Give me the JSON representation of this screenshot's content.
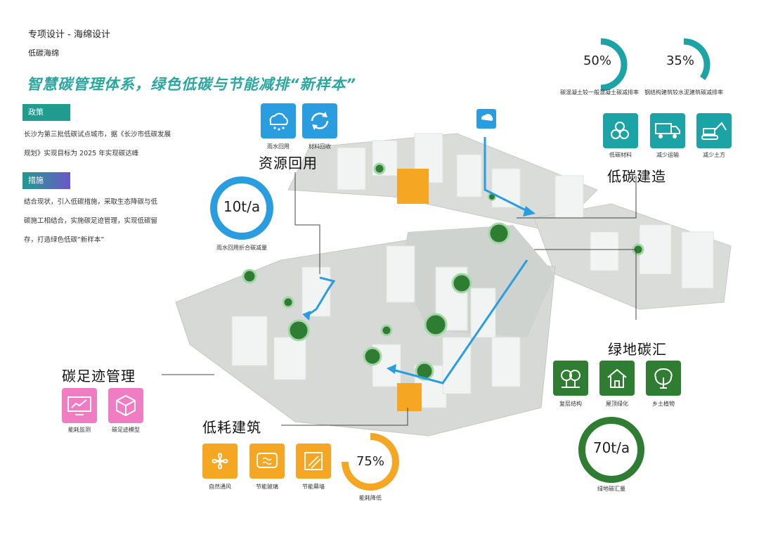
{
  "header": {
    "breadcrumb": "专项设计 - 海绵设计",
    "subtitle": "低碳海绵",
    "headline": "智慧碳管理体系，绿色低碳与节能减排“新样本”"
  },
  "policy": {
    "tag": "政策",
    "lines": [
      "长沙为第三批低碳试点城市，据《长沙市低碳发展",
      "规划》实现目标为 2025 年实现碳达峰"
    ]
  },
  "measures": {
    "tag": "措施",
    "lines": [
      "结合现状，引入低碳措施，采取生态降碳与低",
      "碳施工相结合，实施碳足迹管理，实现低碳留",
      "存，打造绿色低碳“新样本”"
    ]
  },
  "resource_reuse": {
    "title": "资源回用",
    "icons": [
      {
        "icon": "rain-cloud-icon",
        "caption": "雨水回用"
      },
      {
        "icon": "recycle-icon",
        "caption": "材料回收"
      }
    ],
    "ring": {
      "value": "10t/a",
      "caption": "雨水回用折合碳减量",
      "color": "#2a9de0"
    }
  },
  "low_carbon_construction": {
    "title": "低碳建造",
    "stats": [
      {
        "value": "50%",
        "fraction": 0.5,
        "caption": "碳混凝土较一般混凝土碳减排率"
      },
      {
        "value": "35%",
        "fraction": 0.35,
        "caption": "钢结构建筑较水泥建筑碳减排率"
      }
    ],
    "icons": [
      {
        "icon": "materials-icon",
        "caption": "低碳材料"
      },
      {
        "icon": "truck-icon",
        "caption": "减少运输"
      },
      {
        "icon": "excavator-icon",
        "caption": "减少土方"
      }
    ],
    "color": "#1ba3a6"
  },
  "green_carbon_sink": {
    "title": "绿地碳汇",
    "icons": [
      {
        "icon": "trees-icon",
        "caption": "复层结构"
      },
      {
        "icon": "house-leaf-icon",
        "caption": "屋顶绿化"
      },
      {
        "icon": "tree-icon",
        "caption": "乡土植物"
      }
    ],
    "ring": {
      "value": "70t/a",
      "caption": "绿地碳汇量",
      "color": "#2e7d32"
    }
  },
  "carbon_footprint": {
    "title": "碳足迹管理",
    "icons": [
      {
        "icon": "monitor-chart-icon",
        "caption": "能耗监测"
      },
      {
        "icon": "cube-model-icon",
        "caption": "碳足迹模型"
      }
    ],
    "color": "#f07cc4"
  },
  "low_energy_building": {
    "title": "低耗建筑",
    "icons": [
      {
        "icon": "fan-icon",
        "caption": "自然通风"
      },
      {
        "icon": "glass-icon",
        "caption": "节能玻璃"
      },
      {
        "icon": "window-icon",
        "caption": "节能幕墙"
      }
    ],
    "stat": {
      "value": "75%",
      "fraction": 0.75,
      "caption": "能耗降低"
    },
    "color": "#f5a623"
  }
}
